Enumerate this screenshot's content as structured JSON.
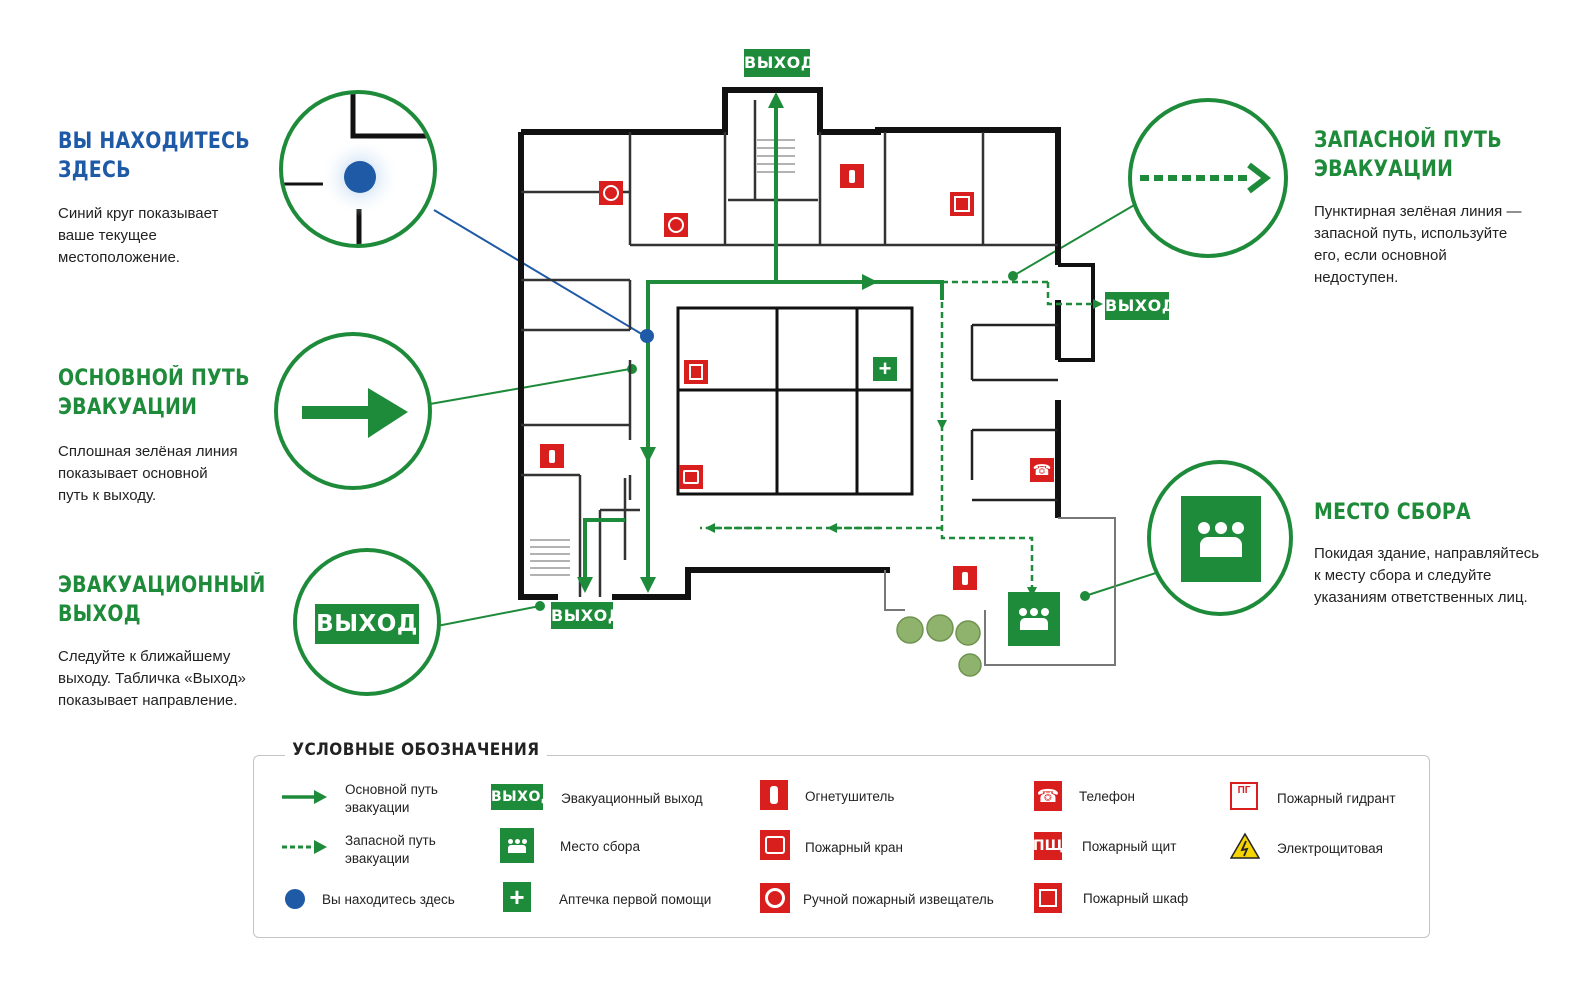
{
  "callouts": {
    "here": {
      "title_1": "ВЫ НАХОДИТЕСЬ",
      "title_2": "ЗДЕСЬ",
      "desc_1": "Синий круг показывает",
      "desc_2": "ваше текущее",
      "desc_3": "местоположение."
    },
    "main_route": {
      "title_1": "ОСНОВНОЙ ПУТЬ",
      "title_2": "ЭВАКУАЦИИ",
      "desc_1": "Сплошная зелёная линия",
      "desc_2": "показывает основной",
      "desc_3": "путь к выходу."
    },
    "exit": {
      "title_1": "ЭВАКУАЦИОННЫЙ",
      "title_2": "ВЫХОД",
      "desc_1": "Следуйте к ближайшему",
      "desc_2": "выходу. Табличка «Выход»",
      "desc_3": "показывает направление.",
      "sign": "ВЫХОД"
    },
    "reserve_route": {
      "title_1": "ЗАПАСНОЙ ПУТЬ",
      "title_2": "ЭВАКУАЦИИ",
      "desc_1": "Пунктирная зелёная линия —",
      "desc_2": "запасной путь, используйте",
      "desc_3": "его, если основной",
      "desc_4": "недоступен."
    },
    "assembly": {
      "title_1": "МЕСТО СБОРА",
      "desc_1": "Покидая здание, направляйтесь",
      "desc_2": "к месту сбора и следуйте",
      "desc_3": "указаниям ответственных лиц."
    }
  },
  "plan": {
    "exit_top": "ВЫХОД",
    "exit_right": "ВЫХОД",
    "exit_bottom": "ВЫХОД"
  },
  "legend": {
    "title": "УСЛОВНЫЕ ОБОЗНАЧЕНИЯ",
    "main_route_1": "Основной путь",
    "main_route_2": "эвакуации",
    "reserve_route_1": "Запасной путь",
    "reserve_route_2": "эвакуации",
    "here": "Вы находитесь здесь",
    "exit_icon": "ВЫХОД",
    "exit": "Эвакуационный выход",
    "assembly": "Место сбора",
    "first_aid": "Аптечка первой помощи",
    "extinguisher": "Огнетушитель",
    "fire_hydrant_valve": "Пожарный кран",
    "manual_call_point": "Ручной пожарный извещатель",
    "phone": "Телефон",
    "fire_panel_icon": "ПЩ",
    "fire_panel": "Пожарный щит",
    "fire_cabinet": "Пожарный шкаф",
    "hydrant_icon": "ПГ",
    "hydrant": "Пожарный гидрант",
    "electrical": "Электрощитовая"
  },
  "colors": {
    "green": "#1e8b3a",
    "blue": "#1f5aa6",
    "red": "#d91e1e",
    "yellow": "#f5d400"
  }
}
